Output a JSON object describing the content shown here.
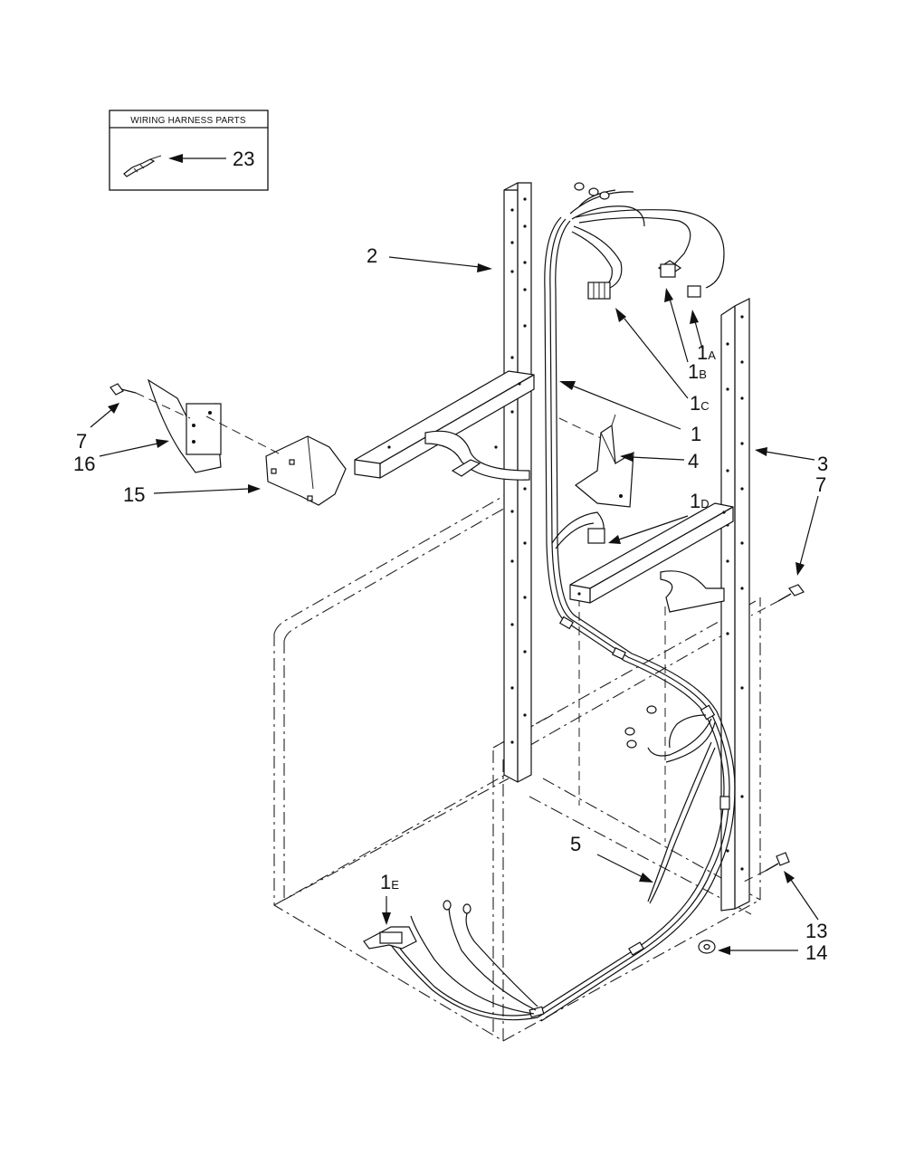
{
  "legend_box": {
    "title": "WIRING HARNESS PARTS",
    "part_number": "23"
  },
  "callouts": {
    "c1": "1",
    "c1a_main": "1",
    "c1a_sub": "A",
    "c1b_main": "1",
    "c1b_sub": "B",
    "c1c_main": "1",
    "c1c_sub": "C",
    "c1d_main": "1",
    "c1d_sub": "D",
    "c1e_main": "1",
    "c1e_sub": "E",
    "c2": "2",
    "c3": "3",
    "c4": "4",
    "c5": "5",
    "c7_left": "7",
    "c7_right": "7",
    "c13": "13",
    "c14": "14",
    "c15": "15",
    "c16": "16"
  }
}
